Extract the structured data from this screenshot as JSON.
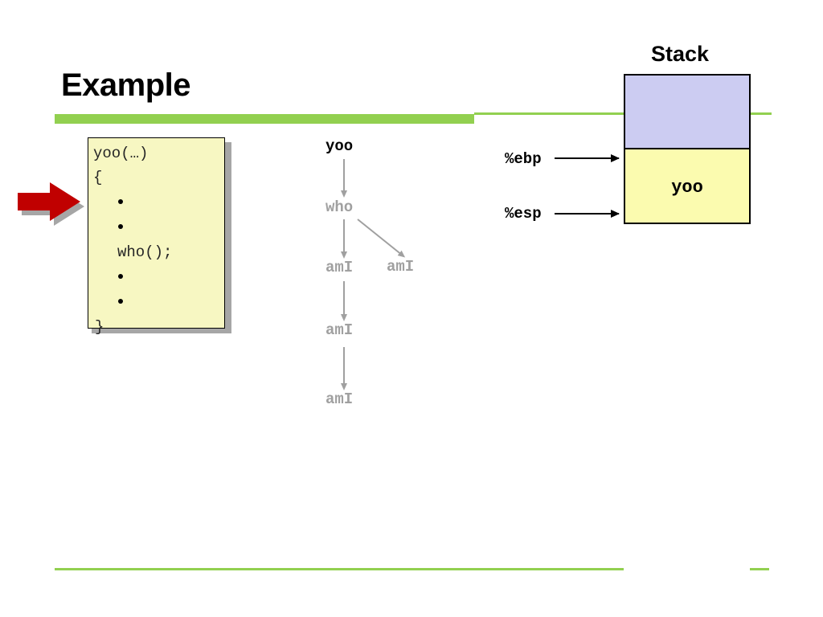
{
  "slide": {
    "title": "Example"
  },
  "code": {
    "header": "yoo(…)",
    "open_brace": "{",
    "call": "who();",
    "close_brace": "}"
  },
  "call_tree": {
    "root": "yoo",
    "level1": "who",
    "level2_left": "amI",
    "level2_right": "amI",
    "level3": "amI",
    "level4": "amI"
  },
  "stack": {
    "label": "Stack",
    "frame_label": "yoo",
    "ebp_label": "%ebp",
    "esp_label": "%esp"
  },
  "colors": {
    "accent_bar": "#92d050",
    "code_bg": "#f7f7c2",
    "stack_top": "#ccccf2",
    "stack_frame": "#fbfbaf",
    "pointer_arrow": "#c00000"
  }
}
